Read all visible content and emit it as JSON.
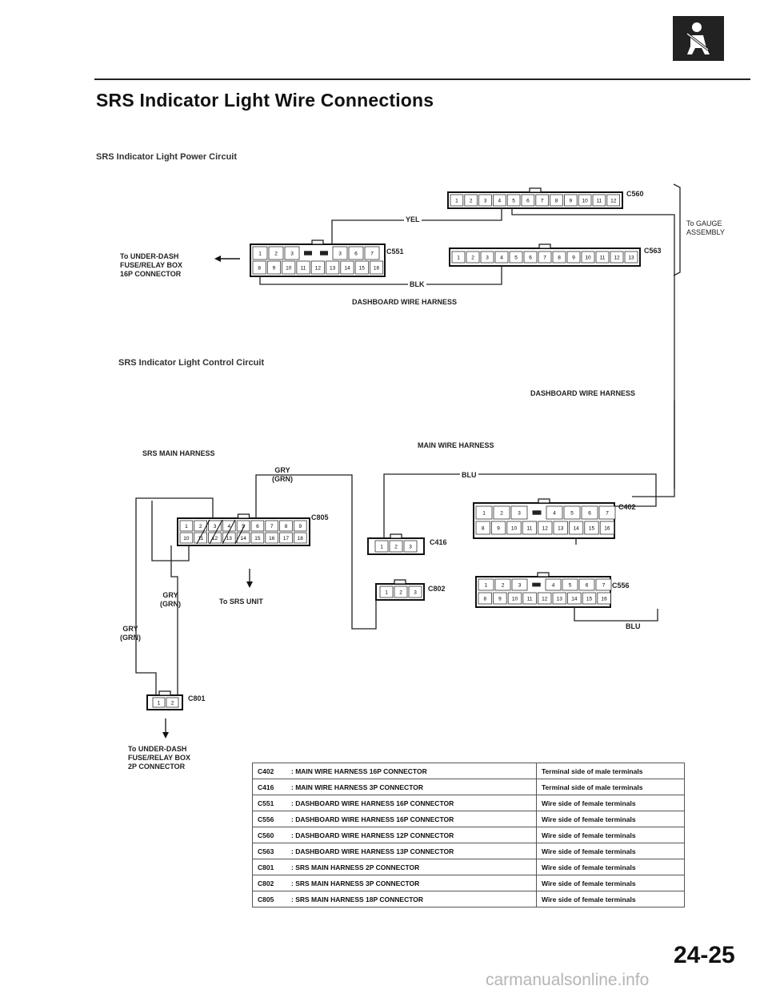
{
  "page": {
    "title": "SRS Indicator Light Wire Connections",
    "page_number": "24-25",
    "footer": "carmanualsonline.info",
    "badge_icon": "seatbelt-icon"
  },
  "power_circuit": {
    "heading": "SRS Indicator Light Power Circuit",
    "to_underdash": "To UNDER-DASH\nFUSE/RELAY BOX\n16P CONNECTOR",
    "to_gauge": "To GAUGE\nASSEMBLY",
    "harness": "DASHBOARD WIRE HARNESS",
    "wire_yel": "YEL",
    "wire_blk": "BLK",
    "c560": {
      "code": "C560",
      "pins": [
        "1",
        "2",
        "3",
        "4",
        "5",
        "6",
        "7",
        "8",
        "9",
        "10",
        "11",
        "12"
      ]
    },
    "c551": {
      "code": "C551",
      "top": [
        "1",
        "2",
        "3",
        "",
        "",
        "3",
        "6",
        "7"
      ],
      "bottom": [
        "8",
        "9",
        "10",
        "11",
        "12",
        "13",
        "14",
        "15",
        "16"
      ]
    },
    "c563": {
      "code": "C563",
      "pins": [
        "1",
        "2",
        "3",
        "4",
        "5",
        "6",
        "7",
        "8",
        "9",
        "10",
        "11",
        "12",
        "13"
      ]
    }
  },
  "control_circuit": {
    "heading": "SRS Indicator Light Control Circuit",
    "dash_harness": "DASHBOARD WIRE HARNESS",
    "srs_main": "SRS MAIN HARNESS",
    "main_wire": "MAIN WIRE HARNESS",
    "wire_gry_1": "GRY\n(GRN)",
    "wire_gry_2": "GRY\n(GRN)",
    "wire_gry_3": "GRY\n(GRN)",
    "wire_blu_1": "BLU",
    "wire_blu_2": "BLU",
    "to_srs_unit": "To SRS UNIT",
    "to_underdash_2p": "To UNDER-DASH\nFUSE/RELAY BOX\n2P CONNECTOR",
    "c805": {
      "code": "C805",
      "top": [
        "1",
        "2",
        "3",
        "4",
        "5",
        "6",
        "7",
        "8",
        "9"
      ],
      "bottom": [
        "10",
        "11",
        "12",
        "13",
        "14",
        "15",
        "16",
        "17",
        "18"
      ]
    },
    "c402": {
      "code": "C402",
      "top": [
        "1",
        "2",
        "3",
        "",
        "4",
        "5",
        "6",
        "7"
      ],
      "bottom": [
        "8",
        "9",
        "10",
        "11",
        "12",
        "13",
        "14",
        "15",
        "16"
      ]
    },
    "c416": {
      "code": "C416",
      "pins": [
        "1",
        "2",
        "3"
      ]
    },
    "c802": {
      "code": "C802",
      "pins": [
        "1",
        "2",
        "3"
      ]
    },
    "c556": {
      "code": "C556",
      "top": [
        "1",
        "2",
        "3",
        "",
        "4",
        "5",
        "6",
        "7"
      ],
      "bottom": [
        "8",
        "9",
        "10",
        "11",
        "12",
        "13",
        "14",
        "15",
        "16"
      ]
    },
    "c801": {
      "code": "C801",
      "pins": [
        "1",
        "2"
      ]
    }
  },
  "legend": [
    {
      "code": "C402",
      "desc": ": MAIN WIRE HARNESS 16P CONNECTOR",
      "side": "Terminal side of male terminals"
    },
    {
      "code": "C416",
      "desc": ": MAIN WIRE HARNESS 3P CONNECTOR",
      "side": "Terminal side of male terminals"
    },
    {
      "code": "C551",
      "desc": ": DASHBOARD WIRE HARNESS 16P CONNECTOR",
      "side": "Wire side of female terminals"
    },
    {
      "code": "C556",
      "desc": ": DASHBOARD WIRE HARNESS 16P CONNECTOR",
      "side": "Wire side of female terminals"
    },
    {
      "code": "C560",
      "desc": ": DASHBOARD WIRE HARNESS 12P CONNECTOR",
      "side": "Wire side of female terminals"
    },
    {
      "code": "C563",
      "desc": ": DASHBOARD WIRE HARNESS 13P CONNECTOR",
      "side": "Wire side of female terminals"
    },
    {
      "code": "C801",
      "desc": ": SRS MAIN HARNESS 2P CONNECTOR",
      "side": "Wire side of female terminals"
    },
    {
      "code": "C802",
      "desc": ": SRS MAIN HARNESS 3P CONNECTOR",
      "side": "Wire side of female terminals"
    },
    {
      "code": "C805",
      "desc": ": SRS MAIN HARNESS 18P CONNECTOR",
      "side": "Wire side of female terminals"
    }
  ]
}
